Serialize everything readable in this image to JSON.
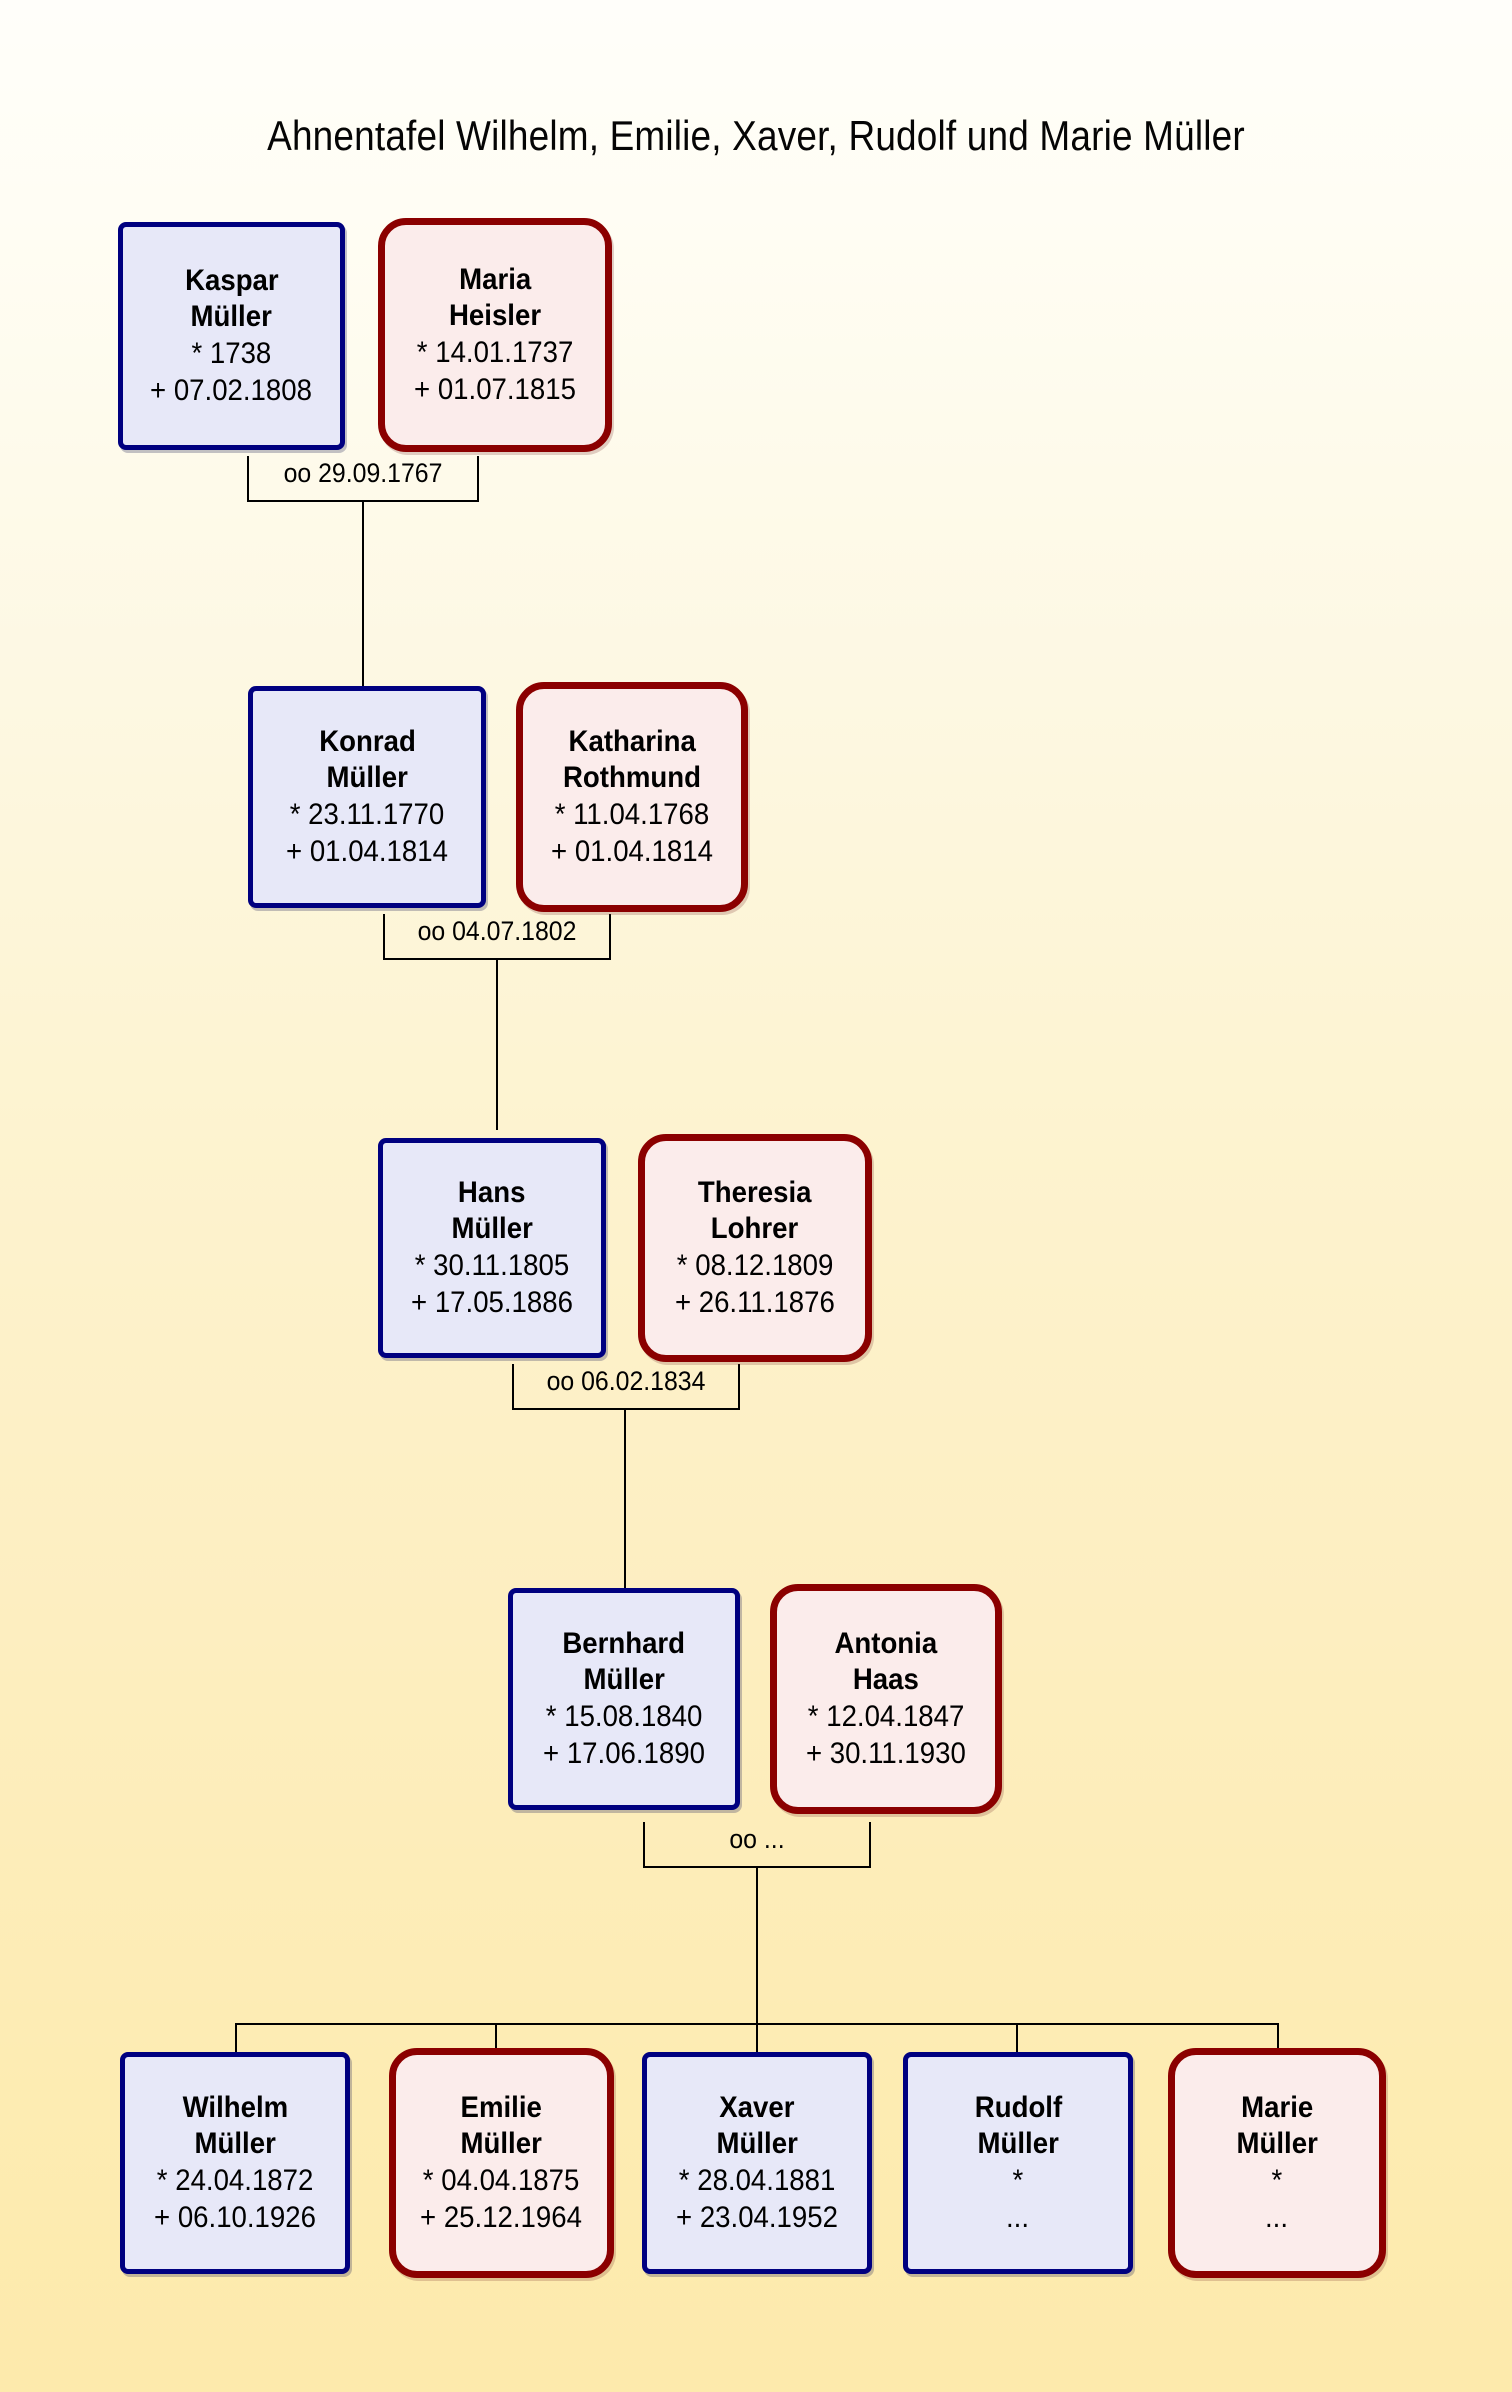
{
  "title": "Ahnentafel Wilhelm, Emilie, Xaver, Rudolf und Marie Müller",
  "colors": {
    "male_border": "#000080",
    "male_fill": "#E7E8F8",
    "female_border": "#8B0000",
    "female_fill": "#FBECEB",
    "line": "#000000",
    "background_top": "#FFFEFA",
    "background_bottom": "#FDEAAC"
  },
  "generations": [
    {
      "id": "gen1",
      "couple": [
        {
          "given": "Kaspar",
          "surname": "Müller",
          "birth": "* 1738",
          "death": "+ 07.02.1808",
          "sex": "male"
        },
        {
          "given": "Maria",
          "surname": "Heisler",
          "birth": "* 14.01.1737",
          "death": "+ 01.07.1815",
          "sex": "female"
        }
      ],
      "marriage": "oo 29.09.1767"
    },
    {
      "id": "gen2",
      "couple": [
        {
          "given": "Konrad",
          "surname": "Müller",
          "birth": "* 23.11.1770",
          "death": "+ 01.04.1814",
          "sex": "male"
        },
        {
          "given": "Katharina",
          "surname": "Rothmund",
          "birth": "* 11.04.1768",
          "death": "+ 01.04.1814",
          "sex": "female"
        }
      ],
      "marriage": "oo 04.07.1802"
    },
    {
      "id": "gen3",
      "couple": [
        {
          "given": "Hans",
          "surname": "Müller",
          "birth": "* 30.11.1805",
          "death": "+ 17.05.1886",
          "sex": "male"
        },
        {
          "given": "Theresia",
          "surname": "Lohrer",
          "birth": "* 08.12.1809",
          "death": "+ 26.11.1876",
          "sex": "female"
        }
      ],
      "marriage": "oo 06.02.1834"
    },
    {
      "id": "gen4",
      "couple": [
        {
          "given": "Bernhard",
          "surname": "Müller",
          "birth": "* 15.08.1840",
          "death": "+ 17.06.1890",
          "sex": "male"
        },
        {
          "given": "Antonia",
          "surname": "Haas",
          "birth": "* 12.04.1847",
          "death": "+ 30.11.1930",
          "sex": "female"
        }
      ],
      "marriage": "oo ..."
    }
  ],
  "children": [
    {
      "given": "Wilhelm",
      "surname": "Müller",
      "birth": "* 24.04.1872",
      "death": "+ 06.10.1926",
      "sex": "male"
    },
    {
      "given": "Emilie",
      "surname": "Müller",
      "birth": "* 04.04.1875",
      "death": "+ 25.12.1964",
      "sex": "female"
    },
    {
      "given": "Xaver",
      "surname": "Müller",
      "birth": "* 28.04.1881",
      "death": "+ 23.04.1952",
      "sex": "male"
    },
    {
      "given": "Rudolf",
      "surname": "Müller",
      "birth": "*",
      "death": "...",
      "sex": "male"
    },
    {
      "given": "Marie",
      "surname": "Müller",
      "birth": "*",
      "death": "...",
      "sex": "female"
    }
  ]
}
